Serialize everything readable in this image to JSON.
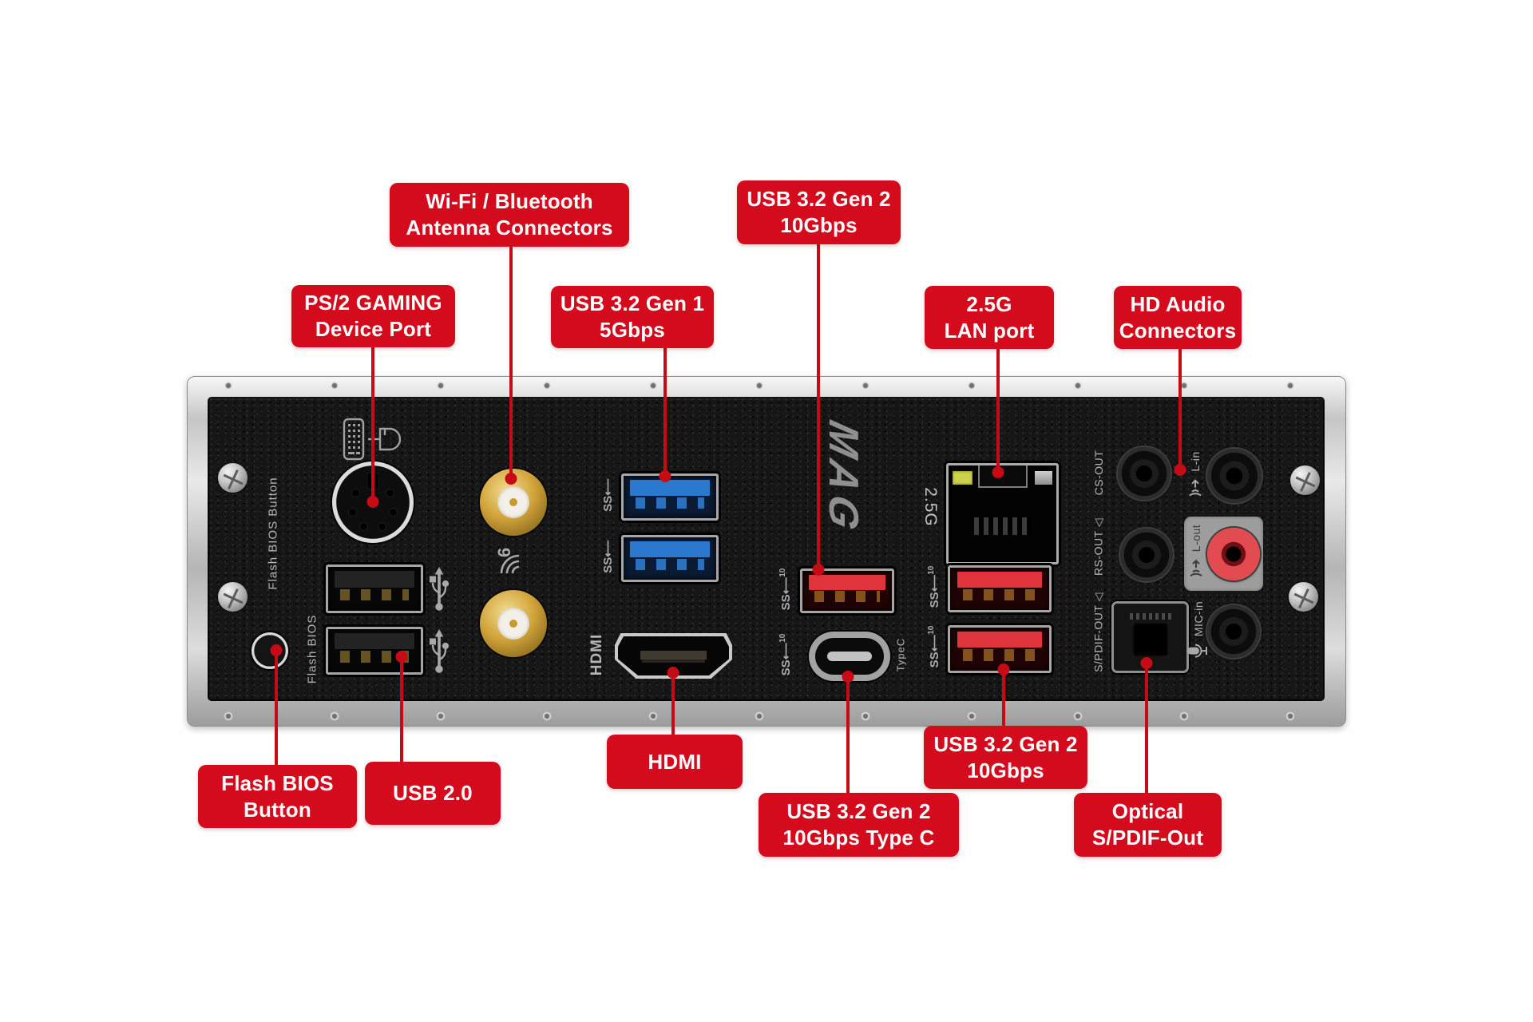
{
  "callouts": {
    "wifi_bt": {
      "line1": "Wi-Fi / Bluetooth",
      "line2": "Antenna Connectors"
    },
    "usb32_top": {
      "line1": "USB 3.2 Gen 2",
      "line2": "10Gbps"
    },
    "ps2": {
      "line1": "PS/2 GAMING",
      "line2": "Device Port"
    },
    "usb32_gen1": {
      "line1": "USB 3.2 Gen 1",
      "line2": "5Gbps"
    },
    "lan": {
      "line1": "2.5G",
      "line2": "LAN port"
    },
    "hd_audio": {
      "line1": "HD Audio",
      "line2": "Connectors"
    },
    "flash_bios": {
      "line1": "Flash BIOS",
      "line2": "Button"
    },
    "usb20": {
      "line1": "USB 2.0"
    },
    "hdmi": {
      "line1": "HDMI"
    },
    "usb32_bottom": {
      "line1": "USB 3.2 Gen 2",
      "line2": "10Gbps"
    },
    "typec": {
      "line1": "USB 3.2 Gen 2",
      "line2": "10Gbps Type C"
    },
    "optical": {
      "line1": "Optical",
      "line2": "S/PDIF-Out"
    }
  },
  "panel": {
    "silkscreen": {
      "flash_bios_button": "Flash BIOS Button",
      "flash_bios": "Flash BIOS",
      "hdmi": "HDMI",
      "mag_logo": "MAG",
      "lan_speed": "2.5G",
      "typec": "TypeC",
      "cs_out": "CS-OUT",
      "rs_out": "RS-OUT ◁",
      "spdif_out": "S/PDIF-OUT ◁",
      "l_in": "L-in",
      "l_out": "L-out",
      "mic_in": "MIC-in",
      "ss5": "SS⟵",
      "ss10": "10",
      "wifi6": "6"
    },
    "icons": [
      "ps2-keyboard-icon",
      "ps2-mouse-icon",
      "wifi-6-icon",
      "usb-trident-icon",
      "usb3-ss-icon",
      "usb3-ss10-icon",
      "speaker-waves-icon",
      "mic-icon",
      "screw-icon"
    ]
  },
  "colors": {
    "label_red": "#d40b1c",
    "line_red": "#c60b16",
    "usb_blue": "#2b79cf",
    "usb_red": "#e0343c",
    "jack_red": "#e24b50",
    "led_yellow": "#ccd14a"
  }
}
